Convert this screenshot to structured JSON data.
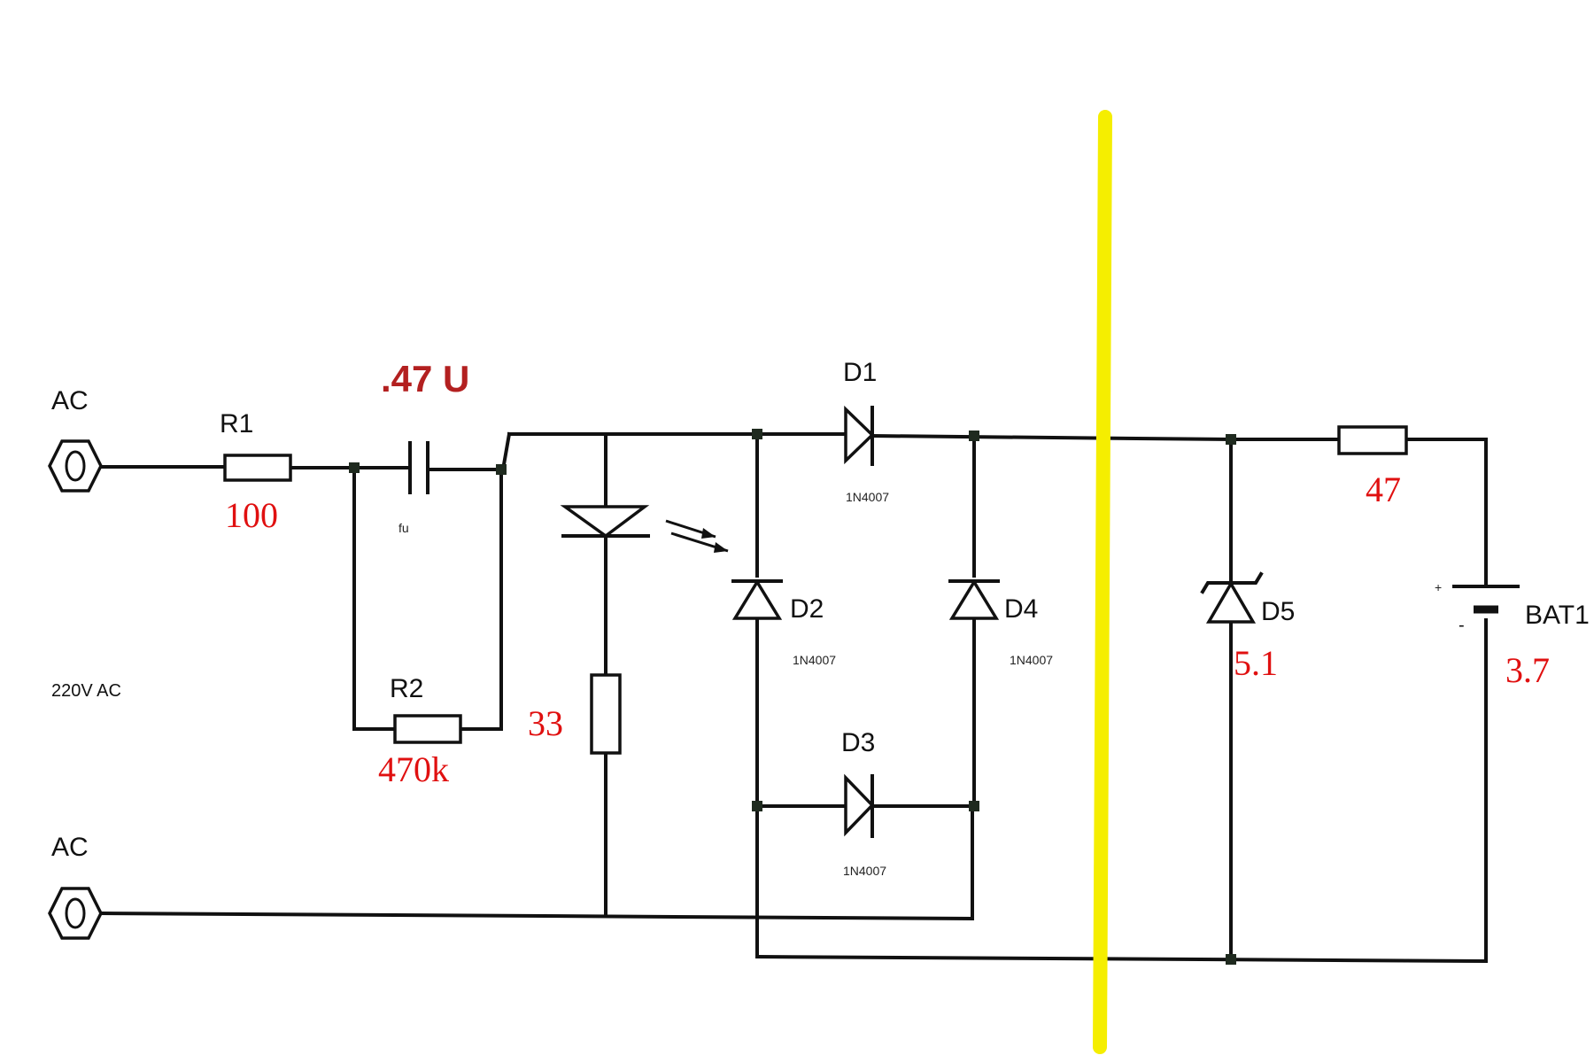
{
  "terminals": {
    "top_label": "AC",
    "bottom_label": "AC",
    "supply_label": "220V AC"
  },
  "r1": {
    "name": "R1",
    "value": "100"
  },
  "c1": {
    "value": ".47 U",
    "sublabel": "fu"
  },
  "r2": {
    "name": "R2",
    "value": "470k"
  },
  "led_resistor": {
    "value": "33"
  },
  "d1": {
    "name": "D1",
    "part": "1N4007"
  },
  "d2": {
    "name": "D2",
    "part": "1N4007"
  },
  "d3": {
    "name": "D3",
    "part": "1N4007"
  },
  "d4": {
    "name": "D4",
    "part": "1N4007"
  },
  "d5": {
    "name": "D5",
    "value": "5.1"
  },
  "r_out": {
    "value": "47"
  },
  "bat1": {
    "name": "BAT1",
    "value": "3.7",
    "plus": "+",
    "minus": "-"
  },
  "colors": {
    "wire": "#111111",
    "value_text": "#e01010",
    "cap_text": "#b32020",
    "divider": "#f5ee00"
  }
}
